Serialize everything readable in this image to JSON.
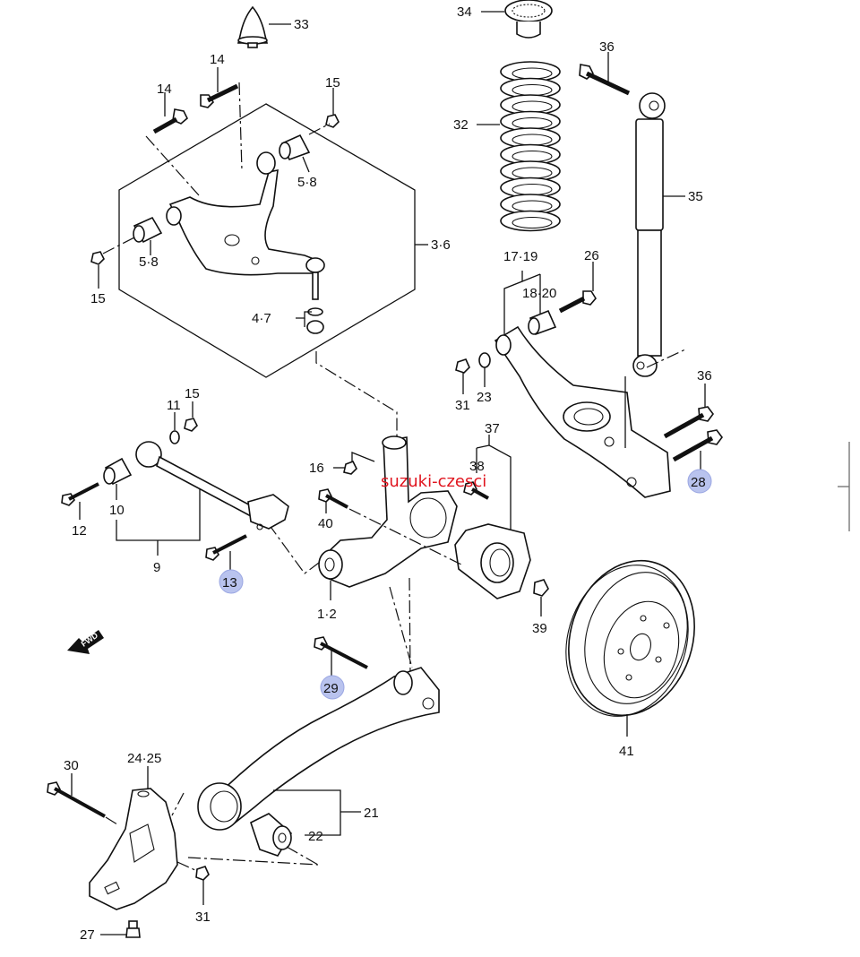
{
  "diagram": {
    "title": "Rear suspension exploded parts diagram",
    "watermark": "suzuki-czesci",
    "watermark_color": "#e0141e",
    "highlight_color": "#b9c3ee",
    "direction_badge": "FWD",
    "callouts": {
      "c33": "33",
      "c34": "34",
      "c14a": "14",
      "c14b": "14",
      "c15a": "15",
      "c15b": "15",
      "c58a": "5·8",
      "c58b": "5·8",
      "c36box": "3·6",
      "c47": "4·7",
      "c32": "32",
      "c36a": "36",
      "c35": "35",
      "c1719": "17·19",
      "c1820": "18·20",
      "c26": "26",
      "c31a": "31",
      "c23": "23",
      "c36b": "36",
      "c28": "28",
      "c37": "37",
      "c38": "38",
      "c16": "16",
      "c40": "40",
      "c11": "11",
      "c15c": "15",
      "c12": "12",
      "c10": "10",
      "c9": "9",
      "c13": "13",
      "c12b": "1·2",
      "c39": "39",
      "c29": "29",
      "c41": "41",
      "c30": "30",
      "c2425": "24·25",
      "c21": "21",
      "c22": "22",
      "c31b": "31",
      "c27": "27"
    },
    "highlighted_parts": [
      "13",
      "28",
      "29"
    ]
  }
}
